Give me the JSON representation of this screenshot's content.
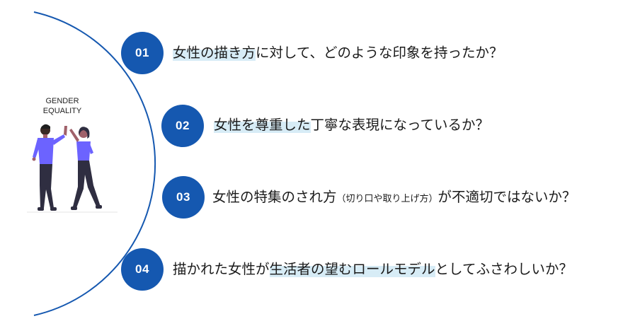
{
  "illustration": {
    "caption_line1": "GENDER",
    "caption_line2": "EQUALITY"
  },
  "items": [
    {
      "number": "01",
      "hl": "女性の描き方",
      "rest": "に対して、どのような印象を持ったか？"
    },
    {
      "number": "02",
      "hl": "女性を尊重した",
      "rest": "丁寧な表現になっているか？"
    },
    {
      "number": "03",
      "pre": "女性の特集のされ方",
      "small": "（切り口や取り上げ方）",
      "post": "が不適切ではないか？"
    },
    {
      "number": "04",
      "pre": "描かれた女性が",
      "hl": "生活者の望むロールモデル",
      "rest": "としてふさわしいか？"
    }
  ],
  "colors": {
    "accent": "#1558b0",
    "highlight": "#d7ecf6"
  }
}
